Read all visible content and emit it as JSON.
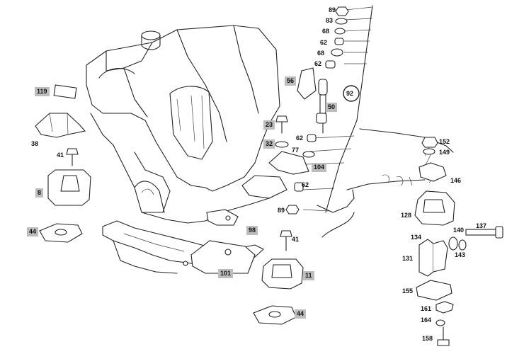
{
  "diagram": {
    "watermark": "",
    "reference_circle": "92",
    "callouts": [
      {
        "id": "c89a",
        "text": "89",
        "boxed": false
      },
      {
        "id": "c83",
        "text": "83",
        "boxed": false
      },
      {
        "id": "c68a",
        "text": "68",
        "boxed": false
      },
      {
        "id": "c62a",
        "text": "62",
        "boxed": false
      },
      {
        "id": "c68b",
        "text": "68",
        "boxed": false
      },
      {
        "id": "c62b",
        "text": "62",
        "boxed": false
      },
      {
        "id": "c56",
        "text": "56",
        "boxed": true
      },
      {
        "id": "c119",
        "text": "119",
        "boxed": true
      },
      {
        "id": "c50",
        "text": "50",
        "boxed": true
      },
      {
        "id": "c23",
        "text": "23",
        "boxed": true
      },
      {
        "id": "c38",
        "text": "38",
        "boxed": false
      },
      {
        "id": "c62c",
        "text": "62",
        "boxed": false
      },
      {
        "id": "c152",
        "text": "152",
        "boxed": false
      },
      {
        "id": "c32",
        "text": "32",
        "boxed": true
      },
      {
        "id": "c77",
        "text": "77",
        "boxed": false
      },
      {
        "id": "c149",
        "text": "149",
        "boxed": false
      },
      {
        "id": "c41a",
        "text": "41",
        "boxed": false
      },
      {
        "id": "c104",
        "text": "104",
        "boxed": true
      },
      {
        "id": "c146",
        "text": "146",
        "boxed": false
      },
      {
        "id": "c62d",
        "text": "62",
        "boxed": false
      },
      {
        "id": "c8",
        "text": "8",
        "boxed": true
      },
      {
        "id": "c89b",
        "text": "89",
        "boxed": false
      },
      {
        "id": "c128",
        "text": "128",
        "boxed": false
      },
      {
        "id": "c137",
        "text": "137",
        "boxed": false
      },
      {
        "id": "c44a",
        "text": "44",
        "boxed": true
      },
      {
        "id": "c98",
        "text": "98",
        "boxed": true
      },
      {
        "id": "c140",
        "text": "140",
        "boxed": false
      },
      {
        "id": "c134",
        "text": "134",
        "boxed": false
      },
      {
        "id": "c41b",
        "text": "41",
        "boxed": false
      },
      {
        "id": "c131",
        "text": "131",
        "boxed": false
      },
      {
        "id": "c143",
        "text": "143",
        "boxed": false
      },
      {
        "id": "c101",
        "text": "101",
        "boxed": true
      },
      {
        "id": "c11",
        "text": "11",
        "boxed": true
      },
      {
        "id": "c155",
        "text": "155",
        "boxed": false
      },
      {
        "id": "c161",
        "text": "161",
        "boxed": false
      },
      {
        "id": "c44b",
        "text": "44",
        "boxed": true
      },
      {
        "id": "c164",
        "text": "164",
        "boxed": false
      },
      {
        "id": "c158",
        "text": "158",
        "boxed": false
      }
    ]
  }
}
